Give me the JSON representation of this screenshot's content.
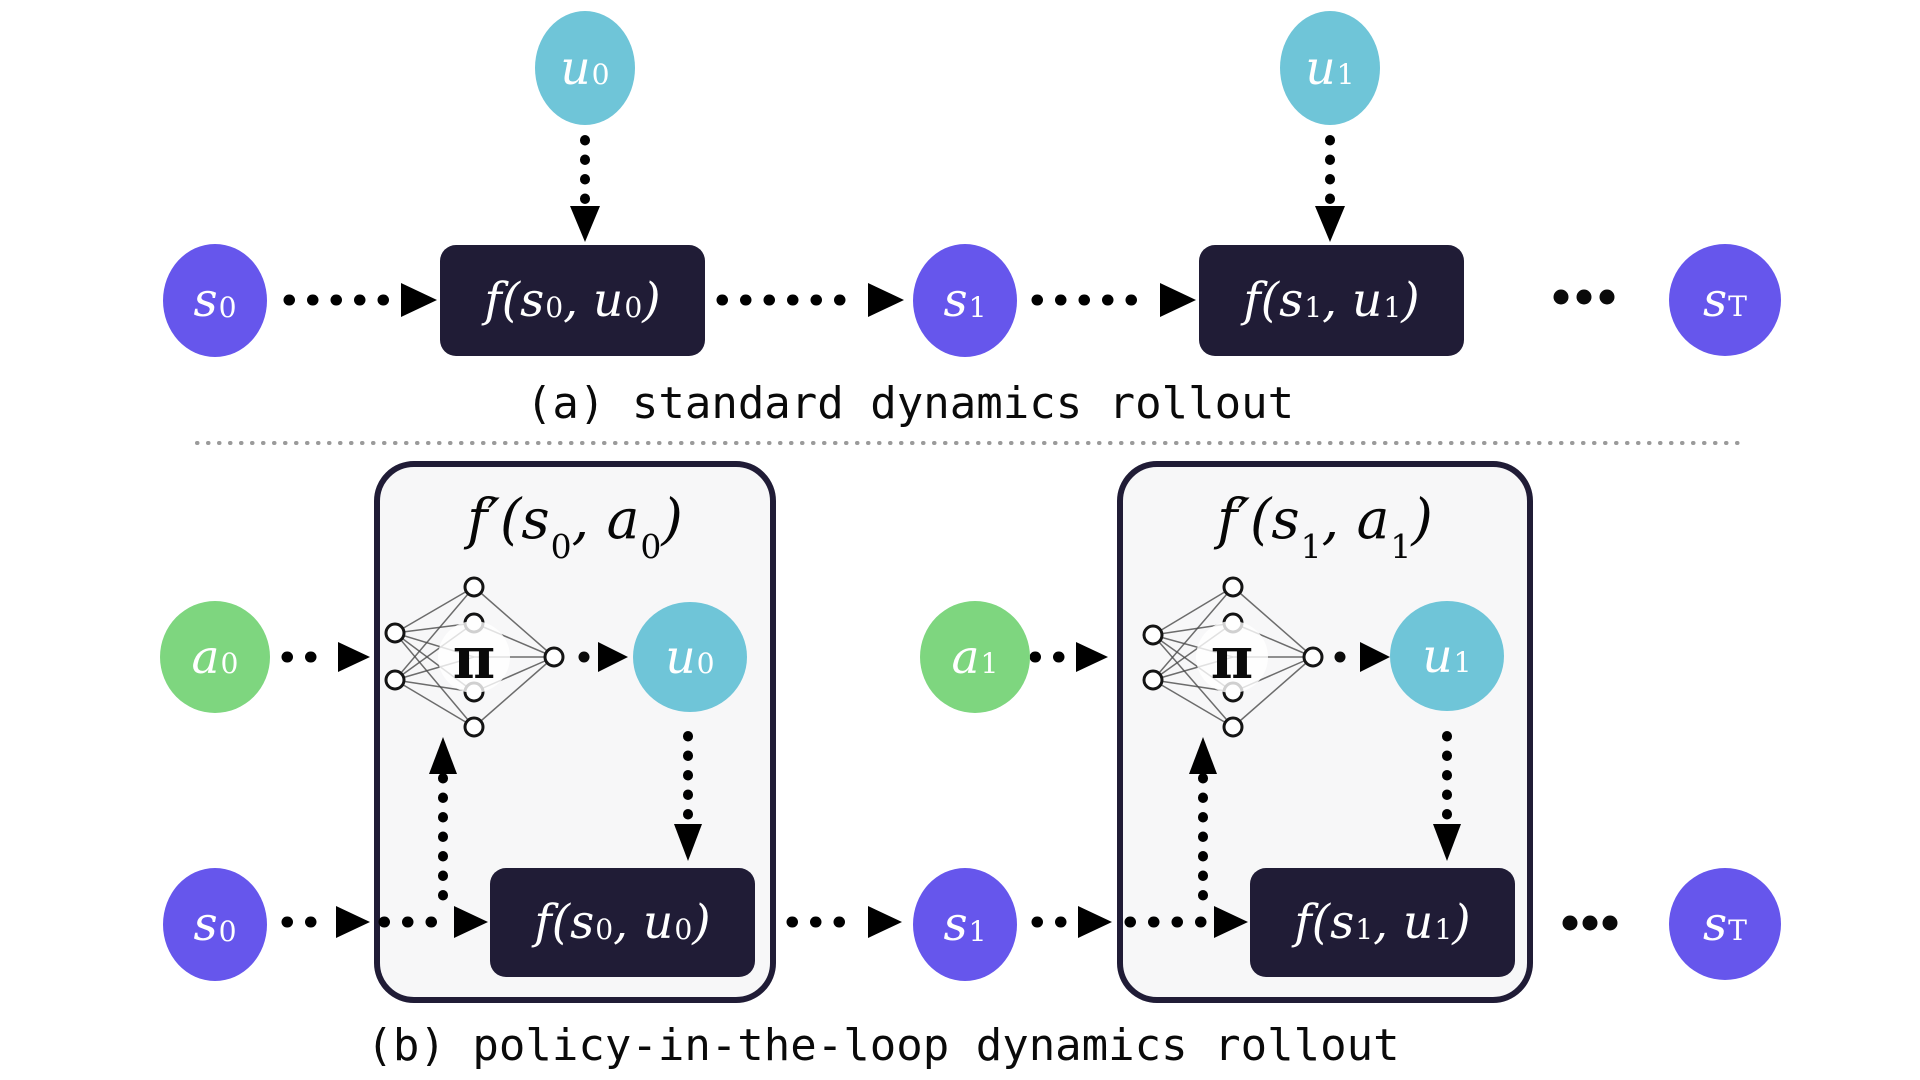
{
  "captions": {
    "a": "(a) standard dynamics rollout",
    "b": "(b) policy-in-the-loop dynamics rollout"
  },
  "nodes": {
    "s0": "s_0",
    "s1": "s_1",
    "sT": "s_T",
    "u0": "u_0",
    "u1": "u_1",
    "a0": "a_0",
    "a1": "a_1"
  },
  "dynamics_boxes": {
    "f_s0u0": "f(s_0, u_0)",
    "f_s1u1": "f(s_1, u_1)"
  },
  "policy_blocks": {
    "fp_s0a0": "f′(s_0, a_0)",
    "fp_s1a1": "f′(s_1, a_1)",
    "pi": "π"
  },
  "ellipsis": "…",
  "colors": {
    "state": "#6656ec",
    "control": "#6fc5d8",
    "action": "#7ed67f",
    "dynamics": "#201c36",
    "container-border": "#201c36",
    "container-fill": "#f7f7f8",
    "divider": "#9a9a9a"
  }
}
